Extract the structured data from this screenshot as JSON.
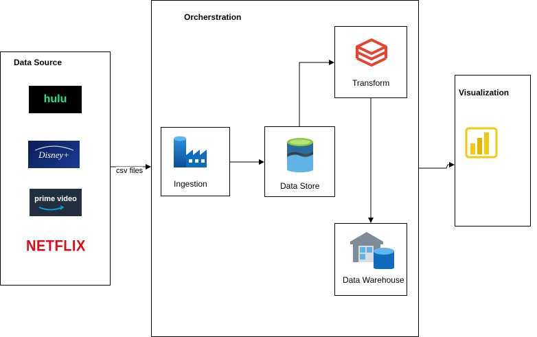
{
  "data_source": {
    "title": "Data Source",
    "logos": {
      "hulu": "hulu",
      "disney": "Disney+",
      "prime": "prime video",
      "netflix": "NETFLIX"
    }
  },
  "orchestration": {
    "title": "Orcherstration",
    "ingestion_label": "Ingestion",
    "data_store_label": "Data Store",
    "transform_label": "Transform",
    "warehouse_label": "Data Warehouse"
  },
  "visualization": {
    "title": "Visualization"
  },
  "edges": {
    "csv_label": "csv files"
  },
  "icons": {
    "ingestion": "data-factory-icon",
    "data_store": "storage-cylinder-icon",
    "transform": "databricks-icon",
    "warehouse": "data-warehouse-icon",
    "visualization": "power-bi-icon"
  },
  "colors": {
    "hulu_bg": "#000000",
    "hulu_text": "#1ce783",
    "disney_bg": "#0b1d5b",
    "prime_bg": "#232f3e",
    "prime_arrow": "#00a8e1",
    "netflix": "#e50914",
    "databricks": "#e8432d",
    "azure_blue": "#0f6cbd",
    "powerbi": "#f2c811"
  }
}
